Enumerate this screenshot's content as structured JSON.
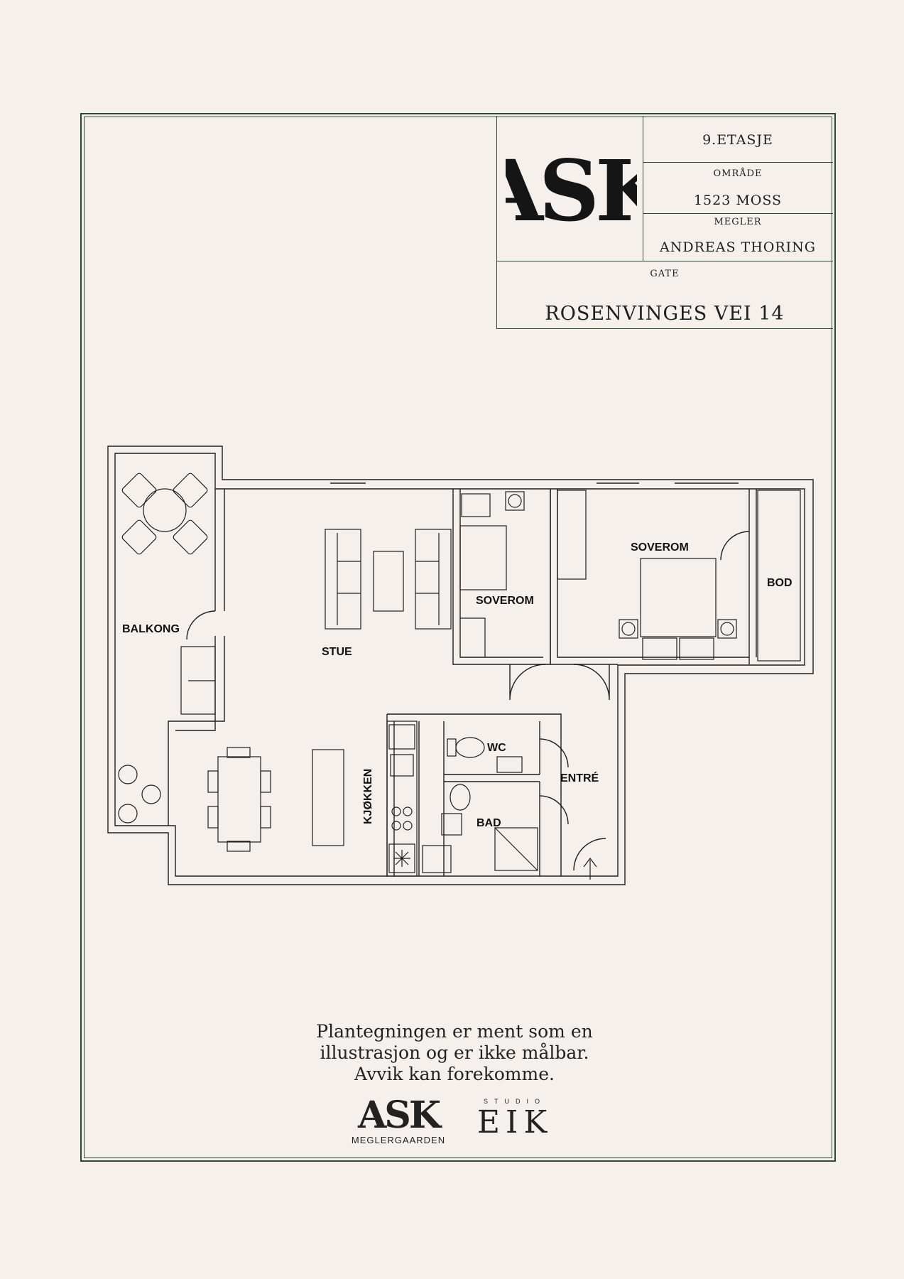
{
  "title_block": {
    "floor": "9.ETASJE",
    "area_label": "OMRÅDE",
    "area_value": "1523 MOSS",
    "broker_label": "MEGLER",
    "broker_value": "ANDREAS THORING",
    "street_label": "GATE",
    "street_value": "ROSENVINGES VEI 14",
    "logo_text": "ASK"
  },
  "rooms": {
    "balkong": "BALKONG",
    "stue": "STUE",
    "soverom_small": "SOVEROM",
    "soverom_large": "SOVEROM",
    "bod": "BOD",
    "wc": "WC",
    "entre": "ENTRÉ",
    "bad": "BAD",
    "kjokken": "KJØKKEN"
  },
  "disclaimer": {
    "line1": "Plantegningen er ment som en",
    "line2": "illustrasjon og er ikke målbar.",
    "line3": "Avvik kan forekomme."
  },
  "footer": {
    "ask_logo": "ASK",
    "ask_sub": "MEGLERGAARDEN",
    "eik_top": "STUDIO",
    "eik_logo": "EIK"
  },
  "colors": {
    "background": "#f6f0ec",
    "frame": "#2f4a34",
    "ink": "#1e1e1e"
  }
}
